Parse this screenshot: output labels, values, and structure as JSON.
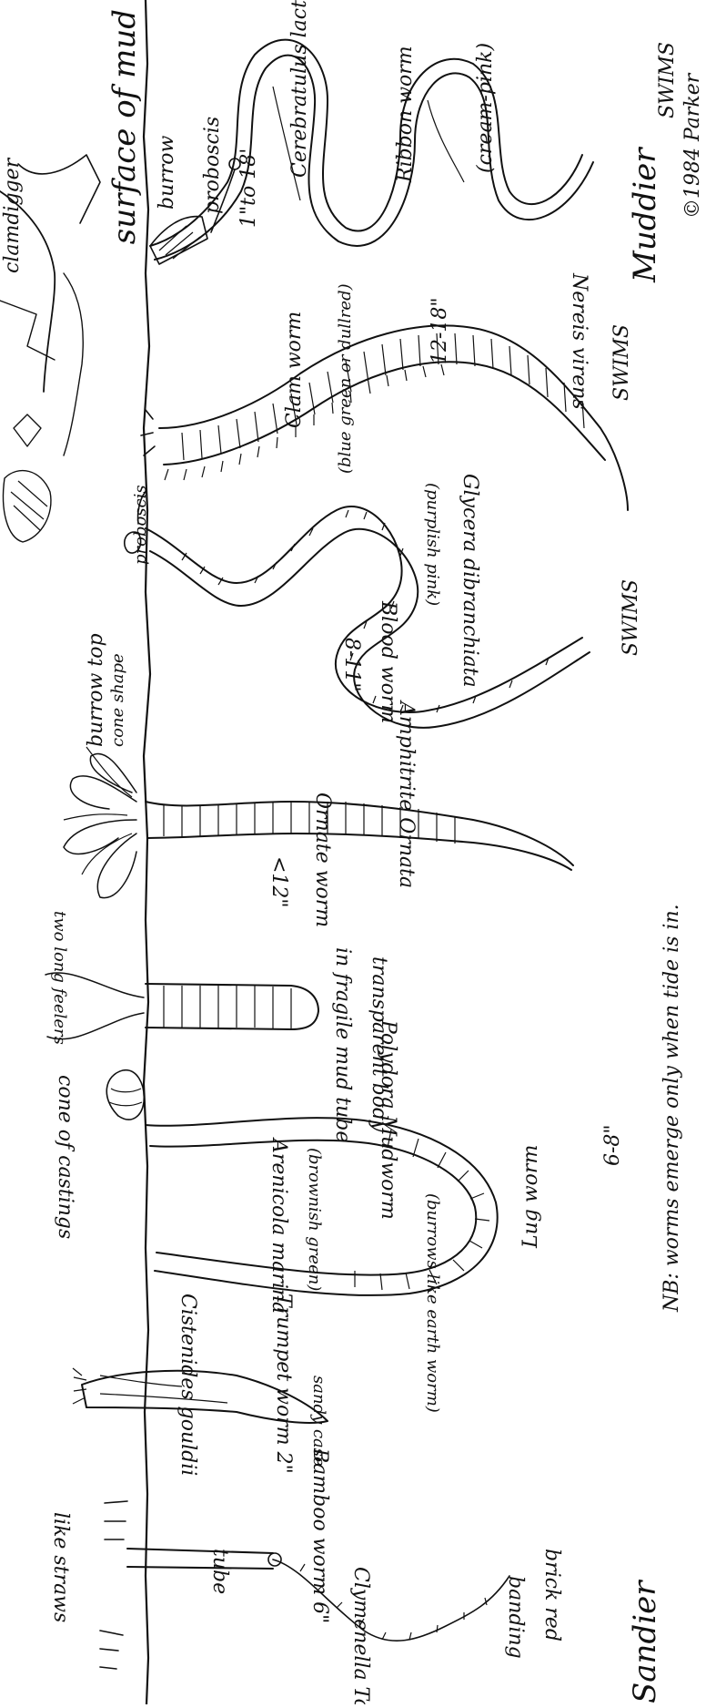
{
  "labels": {
    "surface": "surface of mud",
    "clam_digger": "clamdigger",
    "burrow": "burrow",
    "proboscis_ribbon": "proboscis",
    "ribbon_size": "1\"to 18'",
    "cerebratulus": "Cerebratulus lacteus",
    "ribbon_worm": "Ribbon worm",
    "cream_pink": "(cream-pink)",
    "swims_1": "SWIMS",
    "muddier": "Muddier",
    "copyright": "©1984 Parker",
    "nereis": "Nereis virens",
    "clam_worm": "Clam worm",
    "clam_worm_color": "(blue green or dullred)",
    "clam_size": "12-18\"",
    "swims_2": "SWIMS",
    "proboscis_blood": "proboscis",
    "glycera": "Glycera dibranchiata",
    "blood_color": "(purplish pink)",
    "blood_worm": "Blood worm",
    "blood_size": "8-11\"",
    "swims_3": "SWIMS",
    "burrow_top": "burrow top",
    "cone_shape": "cone shape",
    "amphitrite": "Amphitrite Ornata",
    "ornate_worm": "Ornate worm",
    "ornate_size": "<12\"",
    "two_long_feelers": "two long feelers",
    "transparent_body": "transparent body",
    "mud_tube": "in fragile mud tube",
    "polydora": "Polydora Mudworm",
    "cone_castings": "cone of castings",
    "arenicola": "Arenicola marina",
    "brownish_green": "(brownish green)",
    "lug_worm": "Lug worm",
    "lug_burrows": "(burrows like earth worm)",
    "lug_size": "6-8\"",
    "nb_note": "NB: worms emerge only when tide is in.",
    "cistenides": "Cistenides gouldii",
    "trumpet_worm": "Trumpet worm 2\"",
    "sandy_case": "sandy case",
    "sandier": "Sandier",
    "like_straws": "like straws",
    "tube": "tube",
    "bamboo_worm": "Bamboo worm 6\"",
    "clymenella": "Clymenella Torquata",
    "brick_red": "brick red",
    "banding": "banding"
  }
}
